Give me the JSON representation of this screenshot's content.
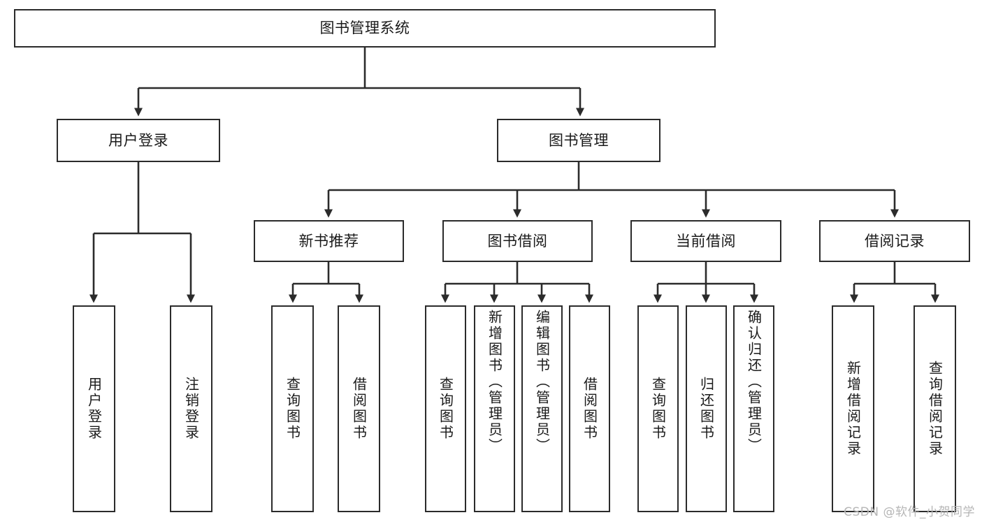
{
  "diagram": {
    "type": "tree",
    "title": "图书管理系统",
    "orientation": "top-down",
    "colors": {
      "box_border": "#2b2b2b",
      "box_fill": "#ffffff",
      "connector": "#2b2b2b",
      "text": "#1a1a1a",
      "watermark": "#b6b6b6"
    },
    "root": {
      "id": "root",
      "label": "图书管理系统",
      "level": 0
    },
    "level1": [
      {
        "id": "user-login",
        "label": "用户登录",
        "level": 1
      },
      {
        "id": "book-management",
        "label": "图书管理",
        "level": 1
      }
    ],
    "level2": [
      {
        "id": "new-book-recommend",
        "label": "新书推荐",
        "level": 2,
        "parent": "book-management"
      },
      {
        "id": "book-borrow",
        "label": "图书借阅",
        "level": 2,
        "parent": "book-management"
      },
      {
        "id": "current-borrow",
        "label": "当前借阅",
        "level": 2,
        "parent": "book-management"
      },
      {
        "id": "borrow-record",
        "label": "借阅记录",
        "level": 2,
        "parent": "book-management"
      }
    ],
    "leaves": [
      {
        "id": "leaf-user-login",
        "label": "用户登录",
        "parent": "user-login",
        "orientation": "vertical"
      },
      {
        "id": "leaf-user-logout",
        "label": "注销登录",
        "parent": "user-login",
        "orientation": "vertical"
      },
      {
        "id": "leaf-query-book-1",
        "label": "查询图书",
        "parent": "new-book-recommend",
        "orientation": "vertical"
      },
      {
        "id": "leaf-borrow-book-1",
        "label": "借阅图书",
        "parent": "new-book-recommend",
        "orientation": "vertical"
      },
      {
        "id": "leaf-query-book-2",
        "label": "查询图书",
        "parent": "book-borrow",
        "orientation": "vertical"
      },
      {
        "id": "leaf-add-book",
        "label": "新增图书（管理员）",
        "parent": "book-borrow",
        "orientation": "vertical"
      },
      {
        "id": "leaf-edit-book",
        "label": "编辑图书（管理员）",
        "parent": "book-borrow",
        "orientation": "vertical"
      },
      {
        "id": "leaf-borrow-book-2",
        "label": "借阅图书",
        "parent": "book-borrow",
        "orientation": "vertical"
      },
      {
        "id": "leaf-query-book-3",
        "label": "查询图书",
        "parent": "current-borrow",
        "orientation": "vertical"
      },
      {
        "id": "leaf-return-book",
        "label": "归还图书",
        "parent": "current-borrow",
        "orientation": "vertical"
      },
      {
        "id": "leaf-confirm-return",
        "label": "确认归还（管理员）",
        "parent": "current-borrow",
        "orientation": "vertical"
      },
      {
        "id": "leaf-add-record",
        "label": "新增借阅记录",
        "parent": "borrow-record",
        "orientation": "vertical"
      },
      {
        "id": "leaf-query-record",
        "label": "查询借阅记录",
        "parent": "borrow-record",
        "orientation": "vertical"
      }
    ]
  },
  "watermark": {
    "text": "CSDN @软件_小贺同学"
  }
}
